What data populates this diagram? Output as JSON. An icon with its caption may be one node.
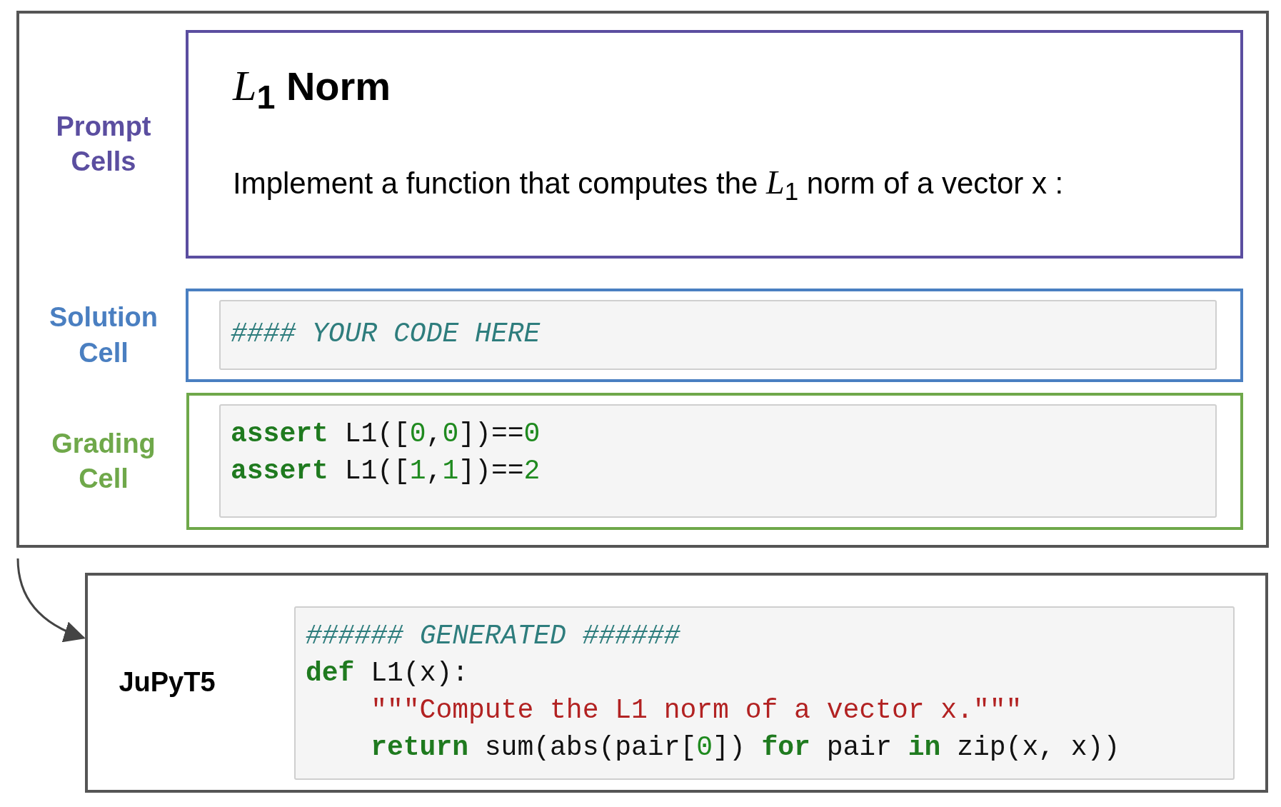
{
  "diagram": {
    "nodes": [
      {
        "text": [],
        "shape": "box"
      },
      {
        "text": [
          "Prompt Cells",
          "*L*$_{1}$ Norm",
          "Implement a function that computes the *L*$_{1}$ norm of a vector x :"
        ],
        "in": 0
      },
      {
        "text": [
          "Solution Cell",
          "#### YOUR CODE HERE"
        ],
        "in": 0
      },
      {
        "text": [
          "Grading Cell",
          "**assert** L1([0,0])==0",
          "**assert** L1([1,1])==2"
        ],
        "in": 0
      },
      {
        "text": [
          "JuPyT5",
          "###### GENERATED ######",
          "**def** L1(x):",
          "\"\"\"Compute the L1 norm of a vector x.\"\"\"",
          "**return** sum(abs(pair[0]) **for** pair **in** zip(x, x))"
        ]
      }
    ],
    "edges": [
      {
        "from": 0,
        "to": 4,
        "arrow": "to"
      }
    ]
  }
}
